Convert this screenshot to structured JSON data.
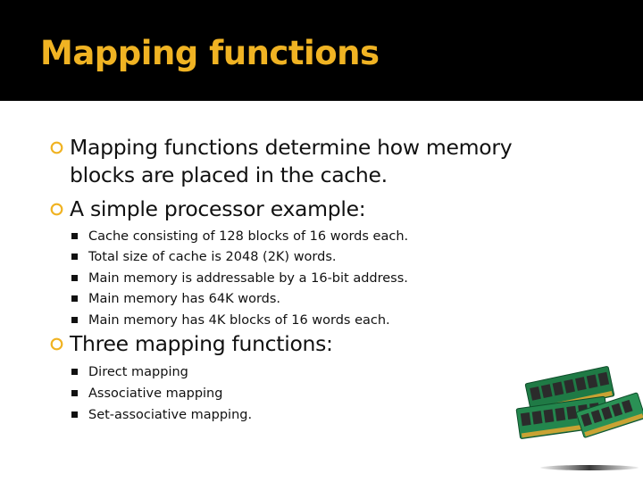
{
  "slide": {
    "title": "Mapping functions",
    "bullets": [
      {
        "line1": "Mapping functions determine how memory",
        "line2": "blocks are placed in the cache."
      },
      {
        "line1": "A simple processor example:"
      },
      {
        "line1": "Three mapping functions:"
      }
    ],
    "example_items": [
      "Cache consisting of 128 blocks of 16 words each.",
      "Total size of cache is 2048 (2K) words.",
      "Main memory is addressable by a 16-bit address.",
      "Main memory has 64K words.",
      "Main memory has 4K blocks of 16 words each."
    ],
    "mapping_items": [
      "Direct mapping",
      "Associative mapping",
      "Set-associative mapping."
    ]
  },
  "colors": {
    "title_bar": "#000000",
    "title_text": "#f0b323",
    "bullet_ring": "#f0b323",
    "body_text": "#111111",
    "ram_board": "#1f7a45"
  },
  "icons": {
    "level1_bullet": "open-circle-bullet",
    "level2_bullet": "square-bullet",
    "illustration": "memory-modules-image"
  }
}
